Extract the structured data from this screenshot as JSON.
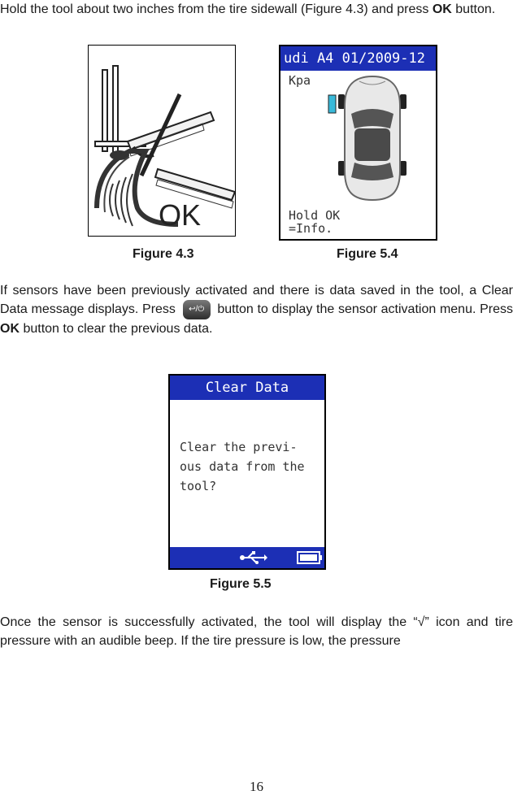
{
  "para1": {
    "text_a": "Hold the tool about two inches from the tire sidewall (Figure 4.3) and press ",
    "bold_ok": "OK",
    "text_b": " button."
  },
  "figure43": {
    "caption": "Figure 4.3",
    "ok_text": "OK"
  },
  "figure54": {
    "caption": "Figure 5.4",
    "header": "udi A4 01/2009-12",
    "unit": "Kpa",
    "footer_line1": "Hold OK",
    "footer_line2": "=Info."
  },
  "para2": {
    "text_a": "If sensors have been previously activated and there is data saved in the tool, a Clear Data message displays. Press ",
    "icon_name": "back-power-button-icon",
    "text_b": " button to display the sensor activation menu. Press ",
    "bold_ok": "OK",
    "text_c": " button to clear the previous data."
  },
  "figure55": {
    "caption": "Figure 5.5",
    "header": "Clear Data",
    "line1": "Clear the previ-",
    "line2": "ous data from the",
    "line3": "tool?",
    "status_icons": [
      "usb-icon",
      "battery-icon"
    ]
  },
  "para3": {
    "text": "Once the sensor is successfully activated, the tool will display the “√” icon and tire pressure with an audible beep. If the tire pressure is low, the pressure"
  },
  "page_number": "16",
  "colors": {
    "screen_header": "#1c2fb5",
    "sensor_highlight": "#39b9d9"
  }
}
